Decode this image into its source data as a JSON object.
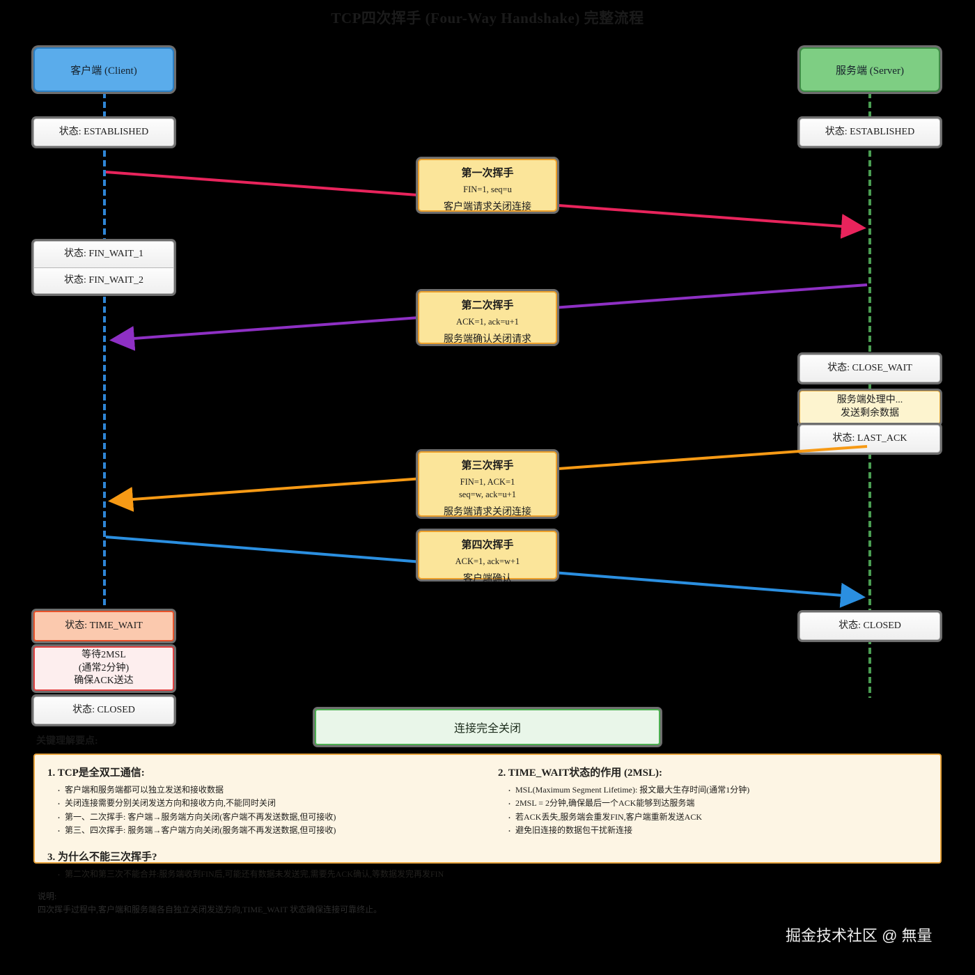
{
  "title": "TCP四次挥手 (Four-Way Handshake) 完整流程",
  "colors": {
    "client_fill": "#5aaceb",
    "client_border": "#2b7fc4",
    "server_fill": "#7ece83",
    "server_border": "#3f8c46",
    "message_fill": "#fbe59a",
    "message_border": "#eda02a",
    "arrow_1": "#e8245c",
    "arrow_2": "#8e30c4",
    "arrow_3": "#f79a15",
    "arrow_4": "#2b8fe0",
    "timewait": "#e8522a",
    "notes_bg": "#fdf5e4",
    "notes_border": "#e8a33c"
  },
  "actors": {
    "client": "客户端 (Client)",
    "server": "服务端 (Server)"
  },
  "client_states": {
    "established": "状态: ESTABLISHED",
    "fin_wait_1": "状态: FIN_WAIT_1",
    "fin_wait_2": "状态: FIN_WAIT_2",
    "time_wait": "状态: TIME_WAIT",
    "msl_line1": "等待2MSL",
    "msl_line2": "(通常2分钟)",
    "msl_line3": "确保ACK送达",
    "closed": "状态: CLOSED"
  },
  "server_states": {
    "established": "状态: ESTABLISHED",
    "close_wait": "状态: CLOSE_WAIT",
    "processing_line1": "服务端处理中...",
    "processing_line2": "发送剩余数据",
    "last_ack": "状态: LAST_ACK",
    "closed": "状态: CLOSED"
  },
  "messages": [
    {
      "title": "第一次挥手",
      "flags": "FIN=1, seq=u",
      "desc": "客户端请求关闭连接",
      "direction": "client-to-server",
      "color": "#e8245c"
    },
    {
      "title": "第二次挥手",
      "flags": "ACK=1, ack=u+1",
      "desc": "服务端确认关闭请求",
      "direction": "server-to-client",
      "color": "#8e30c4"
    },
    {
      "title": "第三次挥手",
      "flags": "FIN=1, ACK=1",
      "flags2": "seq=w, ack=u+1",
      "desc": "服务端请求关闭连接",
      "direction": "server-to-client",
      "color": "#f79a15"
    },
    {
      "title": "第四次挥手",
      "flags": "ACK=1, ack=w+1",
      "desc": "客户端确认",
      "direction": "client-to-server",
      "color": "#2b8fe0"
    }
  ],
  "final_banner": "连接完全关闭",
  "notes_heading": "关键理解要点:",
  "notes": {
    "left": [
      {
        "number": "1.",
        "heading": "TCP是全双工通信:",
        "items": [
          "客户端和服务端都可以独立发送和接收数据",
          "关闭连接需要分别关闭发送方向和接收方向,不能同时关闭",
          "第一、二次挥手: 客户端→服务端方向关闭(客户端不再发送数据,但可接收)",
          "第三、四次挥手: 服务端→客户端方向关闭(服务端不再发送数据,但可接收)"
        ]
      },
      {
        "number": "3.",
        "heading": "为什么不能三次挥手?",
        "items": [
          "第二次和第三次不能合并:服务端收到FIN后,可能还有数据未发送完,需要先ACK确认,等数据发完再发FIN"
        ]
      }
    ],
    "right": [
      {
        "number": "2.",
        "heading": "TIME_WAIT状态的作用 (2MSL):",
        "items": [
          "MSL(Maximum Segment Lifetime): 报文最大生存时间(通常1分钟)",
          "2MSL = 2分钟,确保最后一个ACK能够到达服务端",
          "若ACK丢失,服务端会重发FIN,客户端重新发送ACK",
          "避免旧连接的数据包干扰新连接"
        ]
      }
    ]
  },
  "footnote": "说明:\n四次挥手过程中,客户端和服务端各自独立关闭发送方向,TIME_WAIT 状态确保连接可靠终止。",
  "watermark": "掘金技术社区 @ 無量"
}
